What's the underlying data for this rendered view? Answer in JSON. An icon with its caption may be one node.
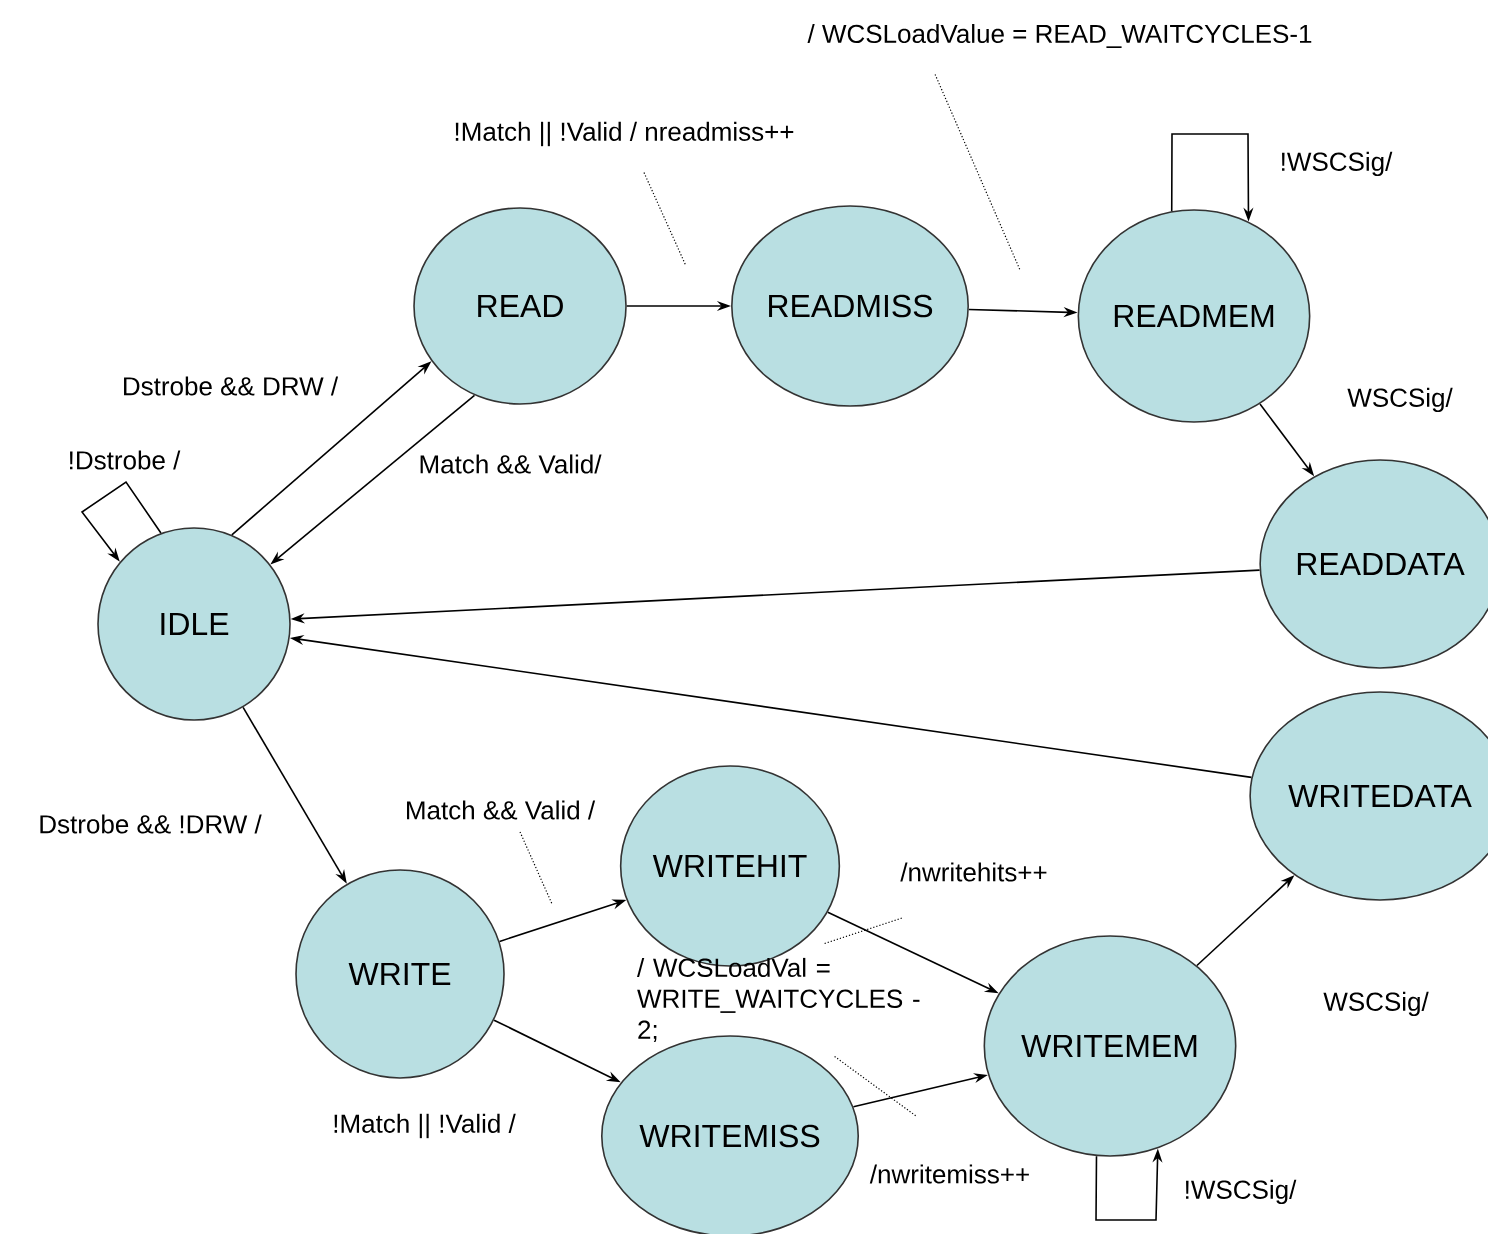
{
  "diagram": {
    "nodes": [
      {
        "text": [
          "IDLE"
        ]
      },
      {
        "text": [
          "READ"
        ]
      },
      {
        "text": [
          "READMISS"
        ]
      },
      {
        "text": [
          "READMEM"
        ]
      },
      {
        "text": [
          "READDATA"
        ]
      },
      {
        "text": [
          "WRITEDATA"
        ]
      },
      {
        "text": [
          "WRITE"
        ]
      },
      {
        "text": [
          "WRITEHIT"
        ]
      },
      {
        "text": [
          "WRITEMISS"
        ]
      },
      {
        "text": [
          "WRITEMEM"
        ]
      },
      {
        "text": [
          "!Match || !Valid / nreadmiss++"
        ]
      },
      {
        "text": [
          "/ WCSLoadValue = READ_WAITCYCLES-1"
        ]
      },
      {
        "text": [
          "Match && Valid /"
        ]
      },
      {
        "text": [
          "/ WCSLoadVal = WRITE_WAITCYCLES -2;"
        ]
      }
    ],
    "edges": [
      {
        "from": 0,
        "to": 0,
        "arrow": "to",
        "label": "!Dstrobe /"
      },
      {
        "from": 0,
        "to": 1,
        "arrow": "to",
        "label": "Dstrobe && DRW /"
      },
      {
        "from": 1,
        "to": 0,
        "arrow": "to",
        "label": "Match && Valid/"
      },
      {
        "from": 1,
        "to": 2,
        "arrow": "to"
      },
      {
        "from": 2,
        "to": 3,
        "arrow": "to"
      },
      {
        "from": 3,
        "to": 3,
        "arrow": "to",
        "label": "!WSCSig/"
      },
      {
        "from": 3,
        "to": 4,
        "arrow": "to",
        "label": "WSCSig/"
      },
      {
        "from": 4,
        "to": 0,
        "arrow": "to"
      },
      {
        "from": 5,
        "to": 0,
        "arrow": "to"
      },
      {
        "from": 0,
        "to": 6,
        "arrow": "to",
        "label": "Dstrobe && !DRW /"
      },
      {
        "from": 6,
        "to": 7,
        "arrow": "to"
      },
      {
        "from": 6,
        "to": 8,
        "arrow": "to",
        "label": "!Match || !Valid /"
      },
      {
        "from": 7,
        "to": 9,
        "arrow": "to",
        "label": "/nwritehits++"
      },
      {
        "from": 8,
        "to": 9,
        "arrow": "to",
        "label": "/nwritemiss++"
      },
      {
        "from": 9,
        "to": 5,
        "arrow": "to",
        "label": "WSCSig/"
      },
      {
        "from": 9,
        "to": 9,
        "arrow": "to",
        "label": "!WSCSig/"
      },
      {
        "from": 10,
        "to": null,
        "arrow": "none",
        "style": "dashed"
      },
      {
        "from": 11,
        "to": null,
        "arrow": "none",
        "style": "dashed"
      },
      {
        "from": 12,
        "to": null,
        "arrow": "none",
        "style": "dashed"
      },
      {
        "from": 13,
        "to": null,
        "arrow": "none",
        "style": "dashed"
      },
      {
        "from": 13,
        "to": null,
        "arrow": "none",
        "style": "dashed"
      }
    ]
  }
}
